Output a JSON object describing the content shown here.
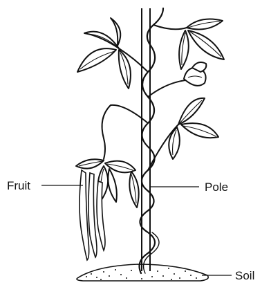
{
  "diagram": {
    "labels": {
      "fruit": "Fruit",
      "pole": "Pole",
      "soil": "Soil"
    },
    "ink_color": "#111111",
    "background_color": "#ffffff"
  }
}
